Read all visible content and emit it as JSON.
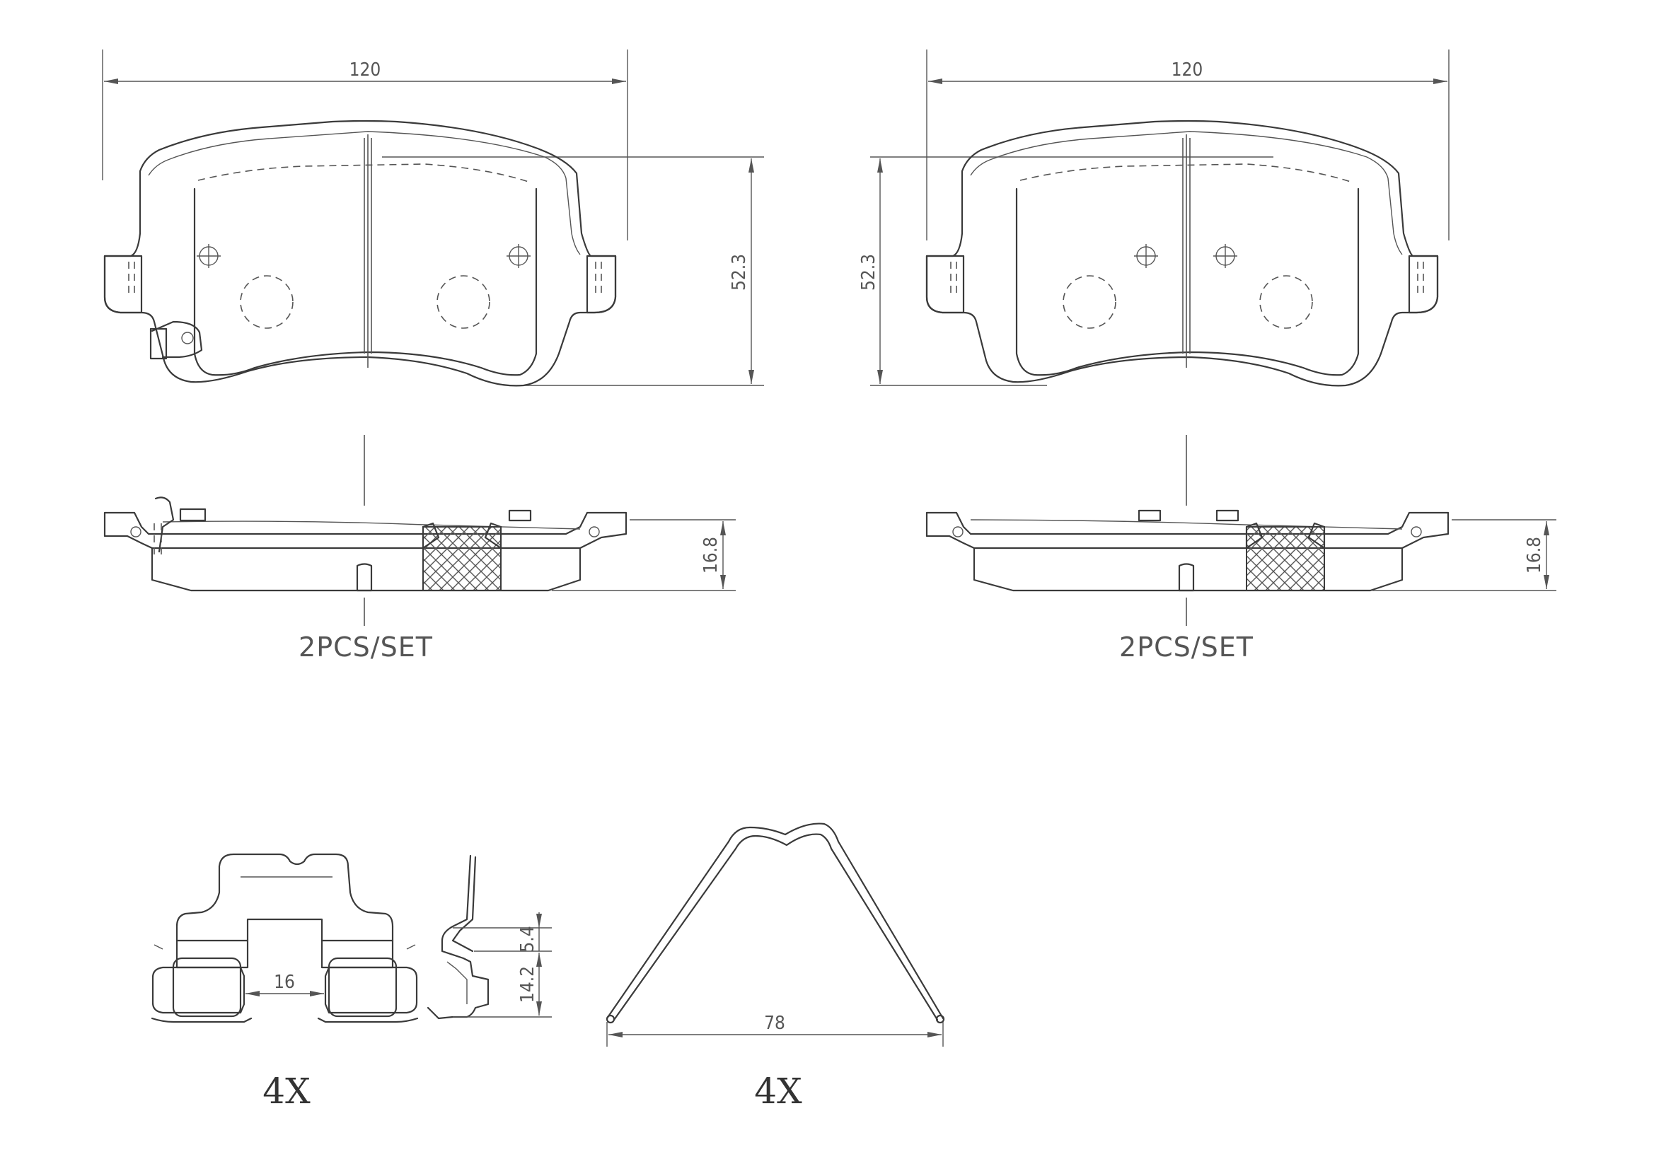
{
  "drawing": {
    "pad_left": {
      "width_dim": "120",
      "height_dim": "52.3",
      "thickness_dim": "16.8",
      "set_label": "2PCS/SET"
    },
    "pad_right": {
      "width_dim": "120",
      "height_dim": "52.3",
      "thickness_dim": "16.8",
      "set_label": "2PCS/SET"
    },
    "clip_kit": {
      "spacing_dim": "16",
      "upper_dim": "5.4",
      "lower_dim": "14.2",
      "quantity": "4X"
    },
    "spring": {
      "width_dim": "78",
      "quantity": "4X"
    }
  }
}
